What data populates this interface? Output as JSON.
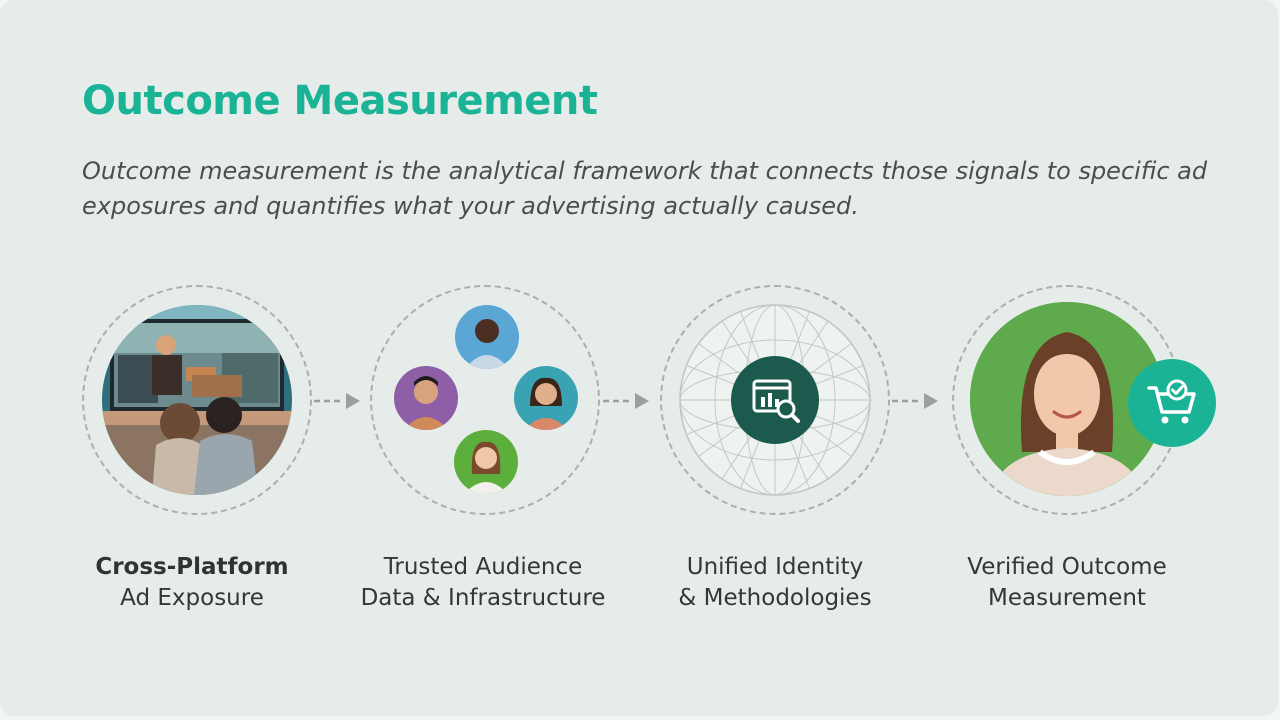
{
  "slide": {
    "title": "Outcome Measurement",
    "subtitle": "Outcome measurement is the analytical framework that connects those signals to specific ad exposures and quantifies what your advertising actually caused."
  },
  "steps": [
    {
      "line1": "Cross-Platform",
      "line2": "Ad Exposure",
      "icon": "tv-viewers-photo"
    },
    {
      "line1": "Trusted Audience",
      "line2": "Data & Infrastructure",
      "icon": "audience-avatars"
    },
    {
      "line1": "Unified Identity",
      "line2": "& Methodologies",
      "icon": "analytics-magnifier-icon"
    },
    {
      "line1": "Verified Outcome",
      "line2": "Measurement",
      "icon": "shopping-cart-check-icon"
    }
  ],
  "colors": {
    "accent": "#1ab395",
    "badge_dark": "#1b5a4c",
    "badge_teal": "#1ab395",
    "background": "#e6ecea",
    "dashed": "#a9b0ae"
  }
}
